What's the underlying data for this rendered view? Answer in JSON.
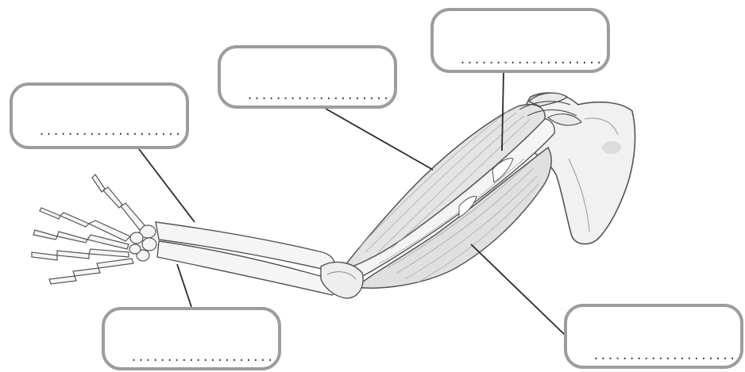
{
  "labels": [
    {
      "id": "top-left",
      "text": "...................."
    },
    {
      "id": "top-center",
      "text": "...................."
    },
    {
      "id": "top-right",
      "text": "...................."
    },
    {
      "id": "bottom-left",
      "text": "...................."
    },
    {
      "id": "bottom-right",
      "text": "...................."
    }
  ],
  "colors": {
    "box_border": "#9d9d9d",
    "leader_line": "#2a2a2a",
    "bone_fill": "#f3f3f3",
    "muscle_fill": "#e3e3e3",
    "outline": "#555555"
  }
}
